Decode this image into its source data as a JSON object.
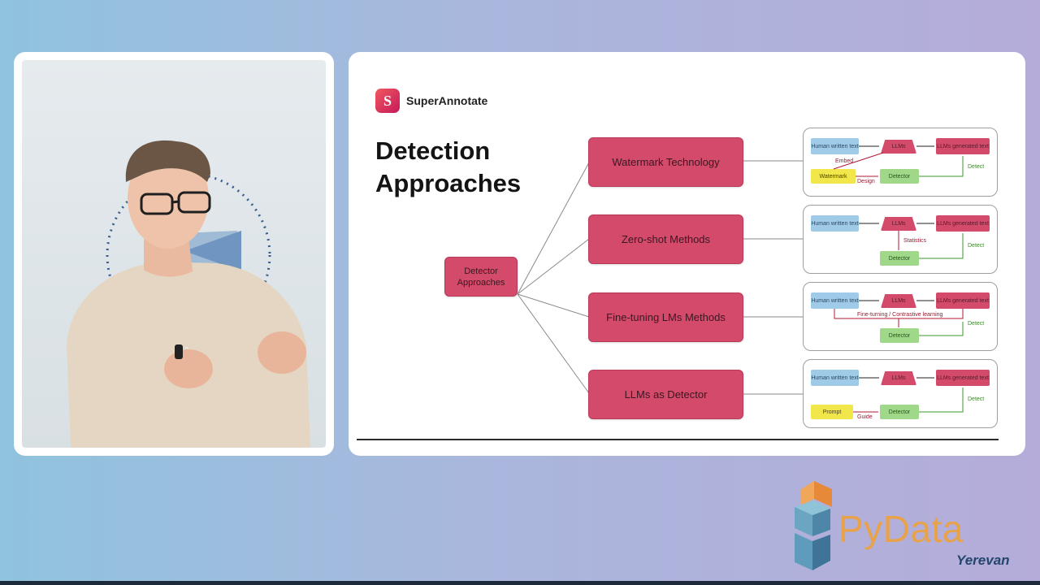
{
  "slide": {
    "brand_initial": "S",
    "brand_name": "SuperAnnotate",
    "title": "Detection Approaches",
    "root_node": "Detector Approaches",
    "methods": [
      "Watermark Technology",
      "Zero-shot Methods",
      "Fine-tuning LMs Methods",
      "LLMs as Detector"
    ],
    "mini_labels": {
      "human_text": "Human written text",
      "llms": "LLMs",
      "llms_text": "LLMs generated text",
      "detector": "Detector",
      "detect": "Detect",
      "watermark": "Watermark",
      "embed": "Embed",
      "design": "Design",
      "statistics": "Statistics",
      "finetuning": "Fine-turning / Contrastive learning",
      "prompt": "Prompt",
      "guide": "Guide"
    }
  },
  "branding": {
    "event_name": "PyData",
    "event_city": "Yerevan"
  },
  "colors": {
    "node_red": "#d44a6b",
    "blue": "#9fcbe8",
    "green": "#9fd889",
    "yellow": "#f1e64a",
    "pydata_orange": "#e8a24a",
    "pydata_navy": "#24466c"
  },
  "icons": [
    "superannotate-logo",
    "pydata-cube-logo"
  ]
}
